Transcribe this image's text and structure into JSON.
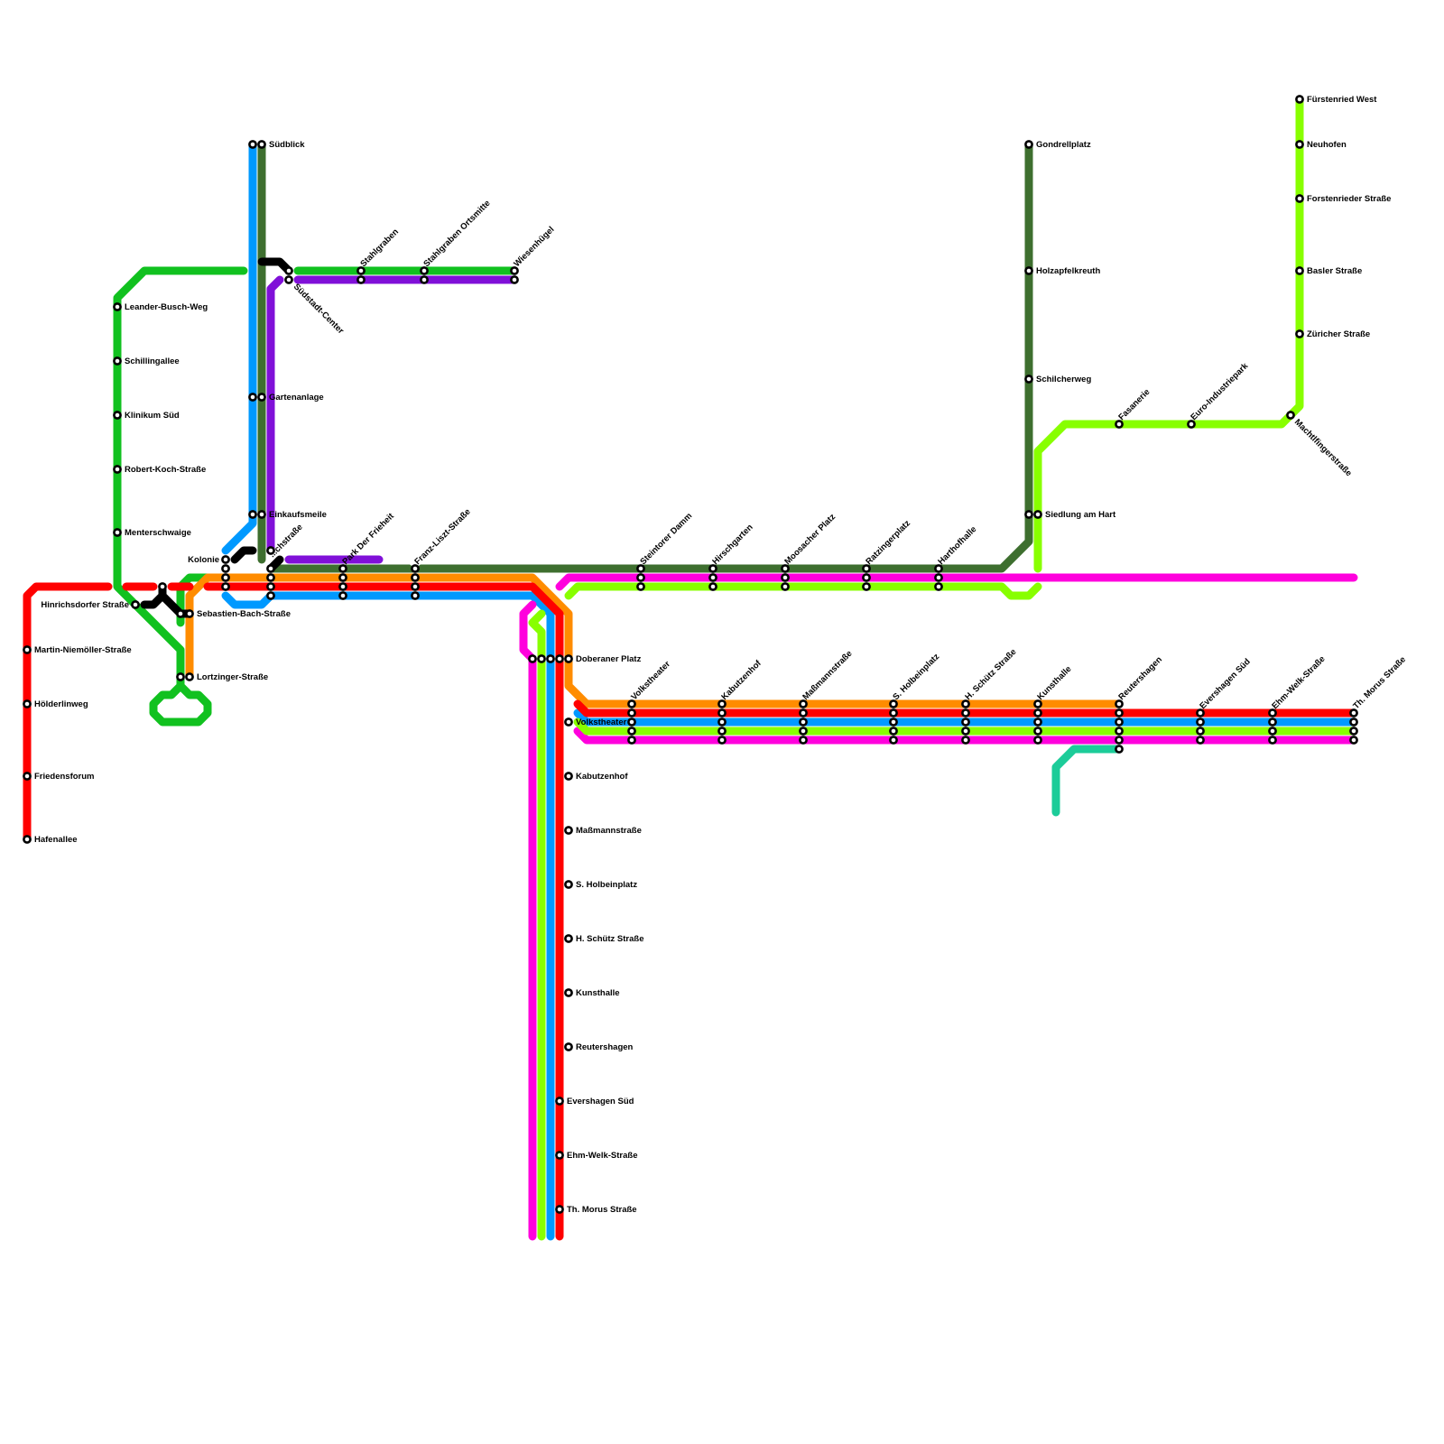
{
  "map": {
    "background": "#ffffff"
  },
  "lines": {
    "red": {
      "color": "#ff0000"
    },
    "orange": {
      "color": "#ff8c00"
    },
    "blue": {
      "color": "#0099ff"
    },
    "green": {
      "color": "#11c11f"
    },
    "darkgreen": {
      "color": "#3e6f2f"
    },
    "purple": {
      "color": "#8010d8"
    },
    "magenta": {
      "color": "#ff00dd"
    },
    "lime": {
      "color": "#88ff00"
    },
    "black": {
      "color": "#000000"
    },
    "teal": {
      "color": "#1ccc99"
    }
  },
  "stations": [
    "Südblick",
    "Stahlgraben",
    "Stahlgraben Ortsmitte",
    "Wiesenhügel",
    "Südstadt-Center",
    "Gartenanlage",
    "Einkaufsmeile",
    "Kolonie",
    "...chstraße",
    "Park Der Frieheit",
    "Franz-Liszt-Straße",
    "Leander-Busch-Weg",
    "Schillingallee",
    "Klinikum Süd",
    "Robert-Koch-Straße",
    "Menterschwaige",
    "Hinrichsdorfer Straße",
    "Sebastien-Bach-Straße",
    "Lortzinger-Straße",
    "Martin-Niemöller-Straße",
    "Hölderlinweg",
    "Friedensforum",
    "Hafenallee",
    "Steintorer Damm",
    "Hirschgarten",
    "Moosacher Platz",
    "Ratzingerplatz",
    "Harthofhalle",
    "Gondrellplatz",
    "Holzapfelkreuth",
    "Schilcherweg",
    "Siedlung am Hart",
    "Fasanerie",
    "Euro-Industriepark",
    "Machtlfingerstraße",
    "Fürstenried West",
    "Neuhofen",
    "Forstenrieder Straße",
    "Basler Straße",
    "Züricher Straße",
    "Doberaner Platz",
    "Volkstheater",
    "Kabutzenhof",
    "Maßmannstraße",
    "S. Holbeinplatz",
    "H. Schütz Straße",
    "Kunsthalle",
    "Reutershagen",
    "Evershagen Süd",
    "Ehm-Welk-Straße",
    "Th. Morus Straße"
  ]
}
